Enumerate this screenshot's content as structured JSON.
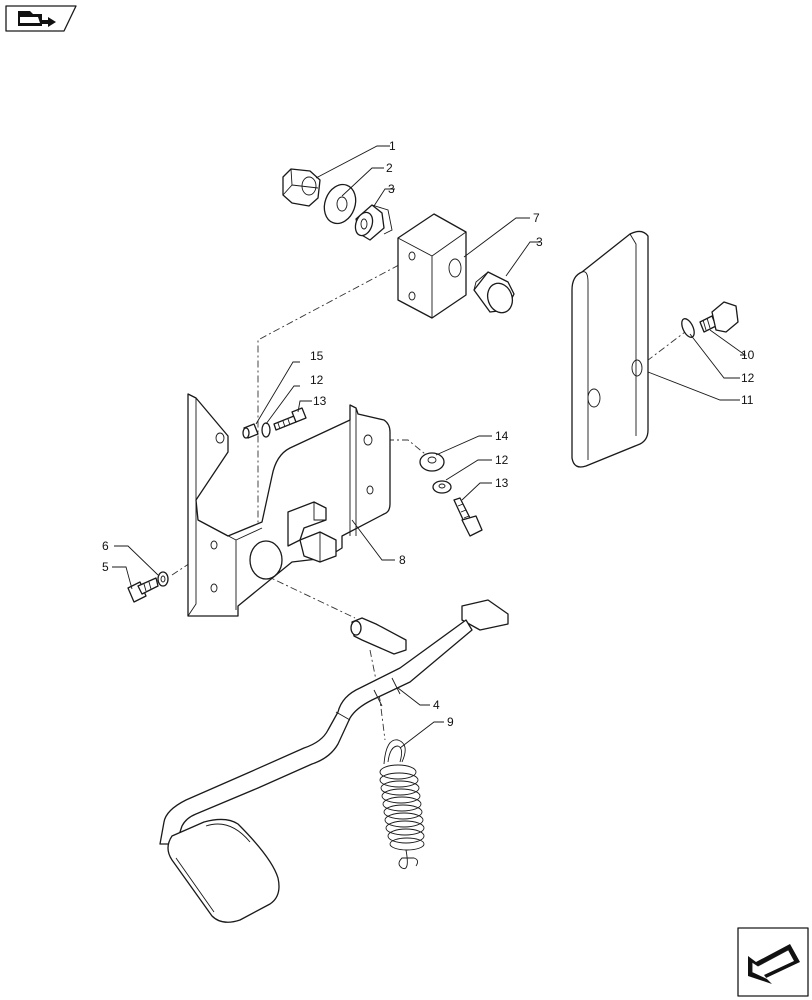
{
  "nav": {
    "top_icon": "folder-arrow-icon",
    "bottom_icon": "next-page-arrow-icon"
  },
  "callouts": {
    "c1": "1",
    "c2": "2",
    "c3a": "3",
    "c3b": "3",
    "c4": "4",
    "c5": "5",
    "c6": "6",
    "c7": "7",
    "c8": "8",
    "c9": "9",
    "c10": "10",
    "c11": "11",
    "c12a": "12",
    "c12b": "12",
    "c12c": "12",
    "c13a": "13",
    "c13b": "13",
    "c14": "14",
    "c15": "15"
  }
}
